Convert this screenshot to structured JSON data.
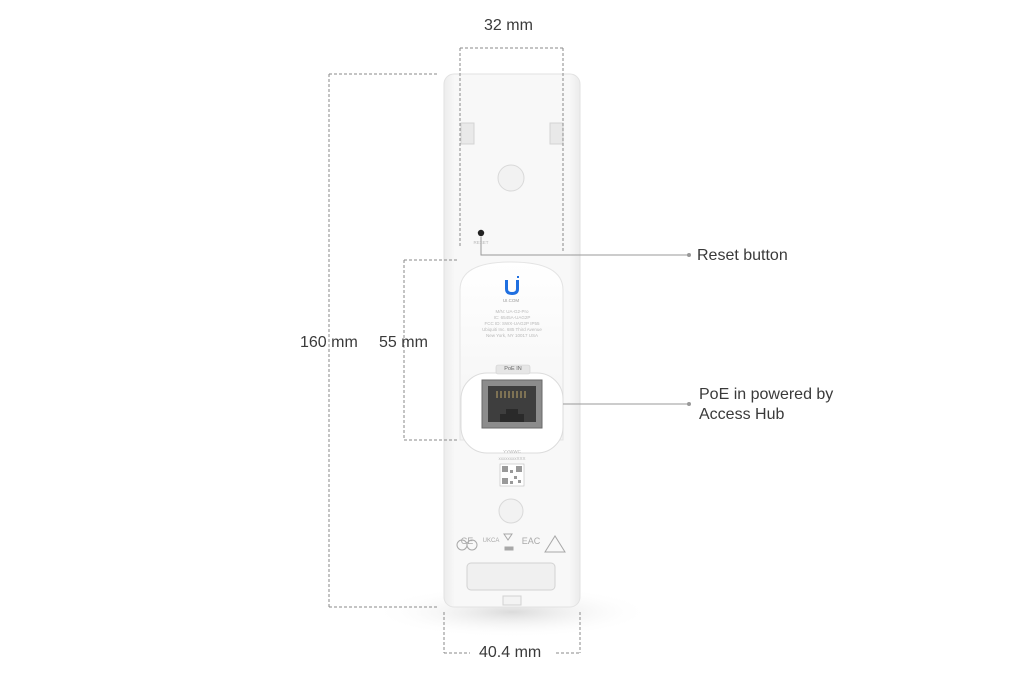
{
  "dimensions": {
    "top_width": "32 mm",
    "height": "160 mm",
    "panel_height": "55 mm",
    "bottom_width": "40.4 mm"
  },
  "callouts": {
    "reset": "Reset button",
    "poe_line1": "PoE in powered by",
    "poe_line2": "Access Hub"
  },
  "device": {
    "reset_label": "RESET",
    "brand": "UI.COM",
    "label_lines": [
      "M/N: UA-G2-Pro",
      "IC: 6545A-UAG2P",
      "FCC ID: SWX-UAG2P   IP55",
      "Ubiquiti Inc. 685 Third Avenue",
      "New York, NY 10017 USA"
    ],
    "port_label": "PoE IN",
    "date_code": "YYWWC",
    "serial": "xxxxxxxxXXX",
    "cert_marks": [
      "CE",
      "UKCA",
      "EAC"
    ]
  },
  "colors": {
    "device_body": "#f7f7f7",
    "dimension_line": "#888888",
    "callout_line": "#999999"
  }
}
